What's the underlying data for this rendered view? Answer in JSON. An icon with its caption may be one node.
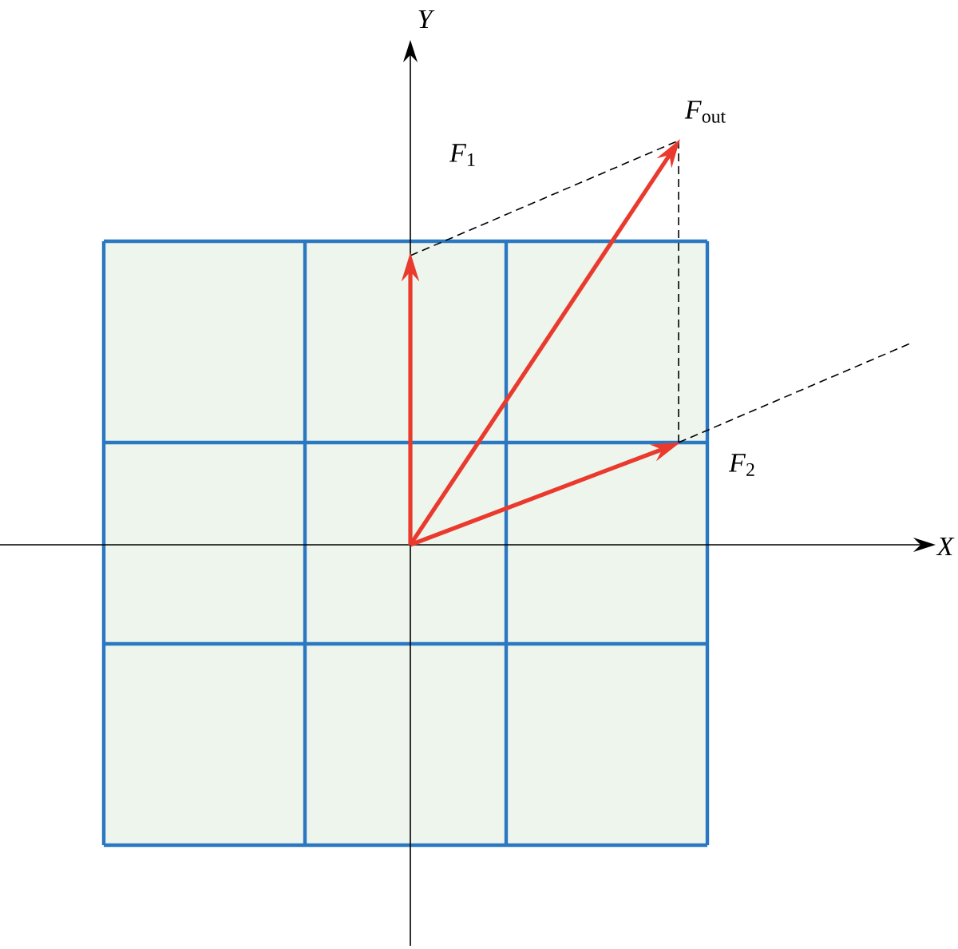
{
  "diagram": {
    "labels": [
      "Y",
      "*F*$_{out}$",
      "*F*$_{1}$",
      "*F*$_{2}$",
      "X"
    ]
  }
}
